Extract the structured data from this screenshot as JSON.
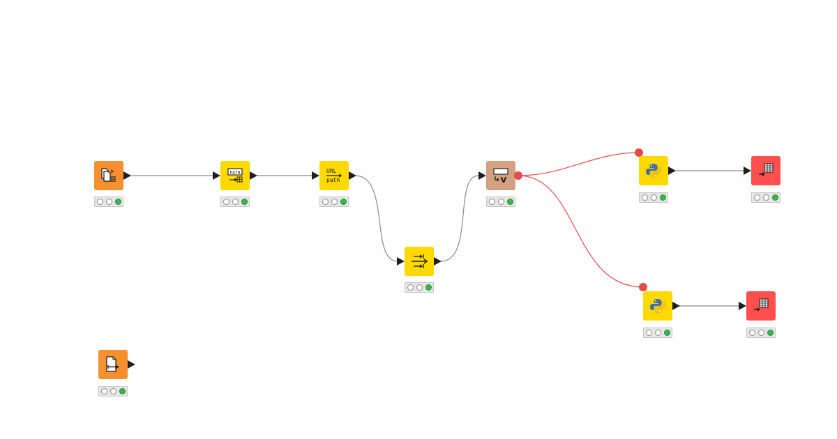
{
  "canvas": {
    "background": "#ffffff"
  },
  "colors": {
    "source_node": "#f6902f",
    "manipulator_node": "#ffd900",
    "flowvar_node": "#d3a080",
    "sink_node": "#ff4f4f",
    "edge": "#8a8a8a",
    "flow_edge": "#e84a4a",
    "port": "#1f1f1f",
    "status_ok": "#3ab54a"
  },
  "nodes": [
    {
      "id": "n1",
      "kind": "source",
      "icon": "file-list-icon",
      "status": "executed"
    },
    {
      "id": "n2",
      "kind": "manipulator",
      "icon": "path-to-table-icon",
      "icon_text": "PATH",
      "status": "executed"
    },
    {
      "id": "n3",
      "kind": "manipulator",
      "icon": "url-to-path-icon",
      "icon_text_top": "URL",
      "icon_text_bottom": "path",
      "status": "executed"
    },
    {
      "id": "n4",
      "kind": "manipulator",
      "icon": "row-splitter-icon",
      "status": "executed"
    },
    {
      "id": "n5",
      "kind": "flowvar",
      "icon": "table-row-to-variable-icon",
      "icon_text": "V",
      "status": "executed"
    },
    {
      "id": "n6",
      "kind": "manipulator",
      "icon": "python-icon",
      "status": "executed"
    },
    {
      "id": "n7",
      "kind": "sink",
      "icon": "table-view-icon",
      "status": "executed"
    },
    {
      "id": "n8",
      "kind": "manipulator",
      "icon": "python-icon",
      "status": "executed"
    },
    {
      "id": "n9",
      "kind": "sink",
      "icon": "table-view-icon",
      "status": "executed"
    },
    {
      "id": "n10",
      "kind": "source",
      "icon": "file-reader-icon",
      "status": "executed"
    }
  ]
}
